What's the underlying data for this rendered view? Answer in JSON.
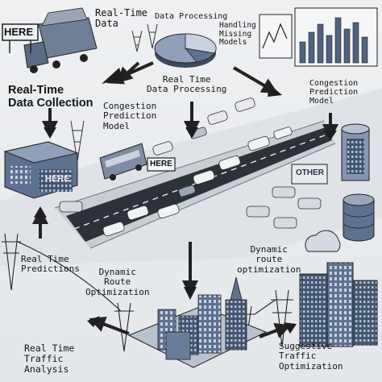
{
  "labels": {
    "realtime_data_top": "Real-Time\nData",
    "data_processing_top": "Data Processing",
    "handling_missing": "Handling\nMissing\nModels",
    "realtime_collection": "Real-Time\nData Collection",
    "realtime_processing": "Real Time\nData Processing",
    "congestion_top_right": "Congestion\nPrediction\nModel",
    "congestion_mid": "Congestion\nPrediction\nModel",
    "realtime_predictions": "Real Time\nPredictions",
    "dynamic_route_left": "Dynamic\nRoute\nOptimization",
    "dynamic_route_right": "Dynamic\nroute\noptimization",
    "realtime_traffic": "Real Time\nTraffic\nAnalysis",
    "suggestive_traffic": "Suggestive\nTraffic\nOptimization"
  },
  "signs": {
    "here_billboard": "HERE",
    "here_building": "HERE",
    "here_road": "HERE",
    "other_sign": "OTHER"
  },
  "colors": {
    "background": "#e9ecef",
    "road": "#2d3138",
    "building": "#5d7190",
    "building_light": "#8ea0ba",
    "ink": "#151515",
    "sky_accent": "#c9d3df"
  },
  "icons": {
    "pie": "pie-chart-icon",
    "bars": "bar-chart-icon",
    "cloud": "cloud-icon",
    "database": "database-icon"
  }
}
